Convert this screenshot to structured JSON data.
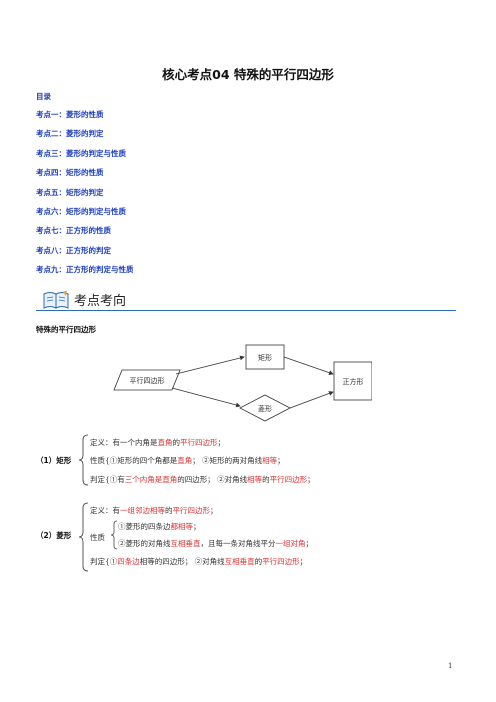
{
  "title": "核心考点04  特殊的平行四边形",
  "toc": {
    "label": "目录",
    "items": [
      "考点一：菱形的性质",
      "考点二：菱形的判定",
      "考点三：菱形的判定与性质",
      "考点四：矩形的性质",
      "考点五：矩形的判定",
      "考点六：矩形的判定与性质",
      "考点七：正方形的性质",
      "考点八：正方形的判定",
      "考点九：正方形的判定与性质"
    ]
  },
  "section": {
    "label": "考点考向",
    "icon": "book-icon"
  },
  "subtitle": "特殊的平行四边形",
  "diagram": {
    "parallelogram": "平行四边形",
    "rectangle": "矩形",
    "rhombus": "菱形",
    "square": "正方形"
  },
  "rect_item": {
    "label": "（1）矩形",
    "def_label": "定义：",
    "def_pre": "有一个内角是",
    "def_red1": "直角",
    "def_mid": "的",
    "def_red2": "平行四边形",
    "def_end": "；",
    "prop_label": "性质",
    "prop_1a": "①矩形的四个角都是",
    "prop_1red": "直角",
    "prop_1b": "；  ②矩形的两对角线",
    "prop_2red": "相等",
    "prop_2b": "；",
    "judge_label": "判定",
    "judge_1a": "①有",
    "judge_1red": "三个内角是直角",
    "judge_1b": "的四边形；  ②对角线",
    "judge_2red": "相等",
    "judge_2b": "的",
    "judge_3red": "平行四边形",
    "judge_end": "；"
  },
  "rhombus_item": {
    "label": "（2）菱形",
    "def_label": "定义：",
    "def_pre": "有",
    "def_red1": "一组邻边相等",
    "def_mid": "的",
    "def_red2": "平行四边形",
    "def_end": "；",
    "prop_label": "性质",
    "prop_1a": "①菱形的四条边",
    "prop_1red": "都相等",
    "prop_1b": "；",
    "prop_2a": "②菱形的对角线",
    "prop_2red": "互相垂直",
    "prop_2b": "，且每一条对角线平分",
    "prop_3red": "一组对角",
    "prop_3b": "；",
    "judge_label": "判定",
    "judge_1a": "①",
    "judge_1red": "四条边",
    "judge_1b": "相等的四边形；  ②对角线",
    "judge_2red": "互相垂直",
    "judge_2b": "的",
    "judge_3red": "平行四边形",
    "judge_end": "；"
  },
  "page_number": "1"
}
